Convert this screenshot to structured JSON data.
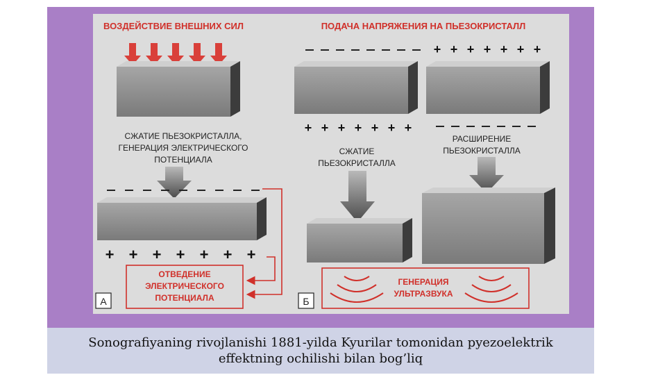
{
  "diagram": {
    "panel_a": {
      "top_label": "ВОЗДЕЙСТВИЕ ВНЕШНИХ СИЛ",
      "compression_label": [
        "СЖАТИЕ ПЬЕЗОКРИСТАЛЛА,",
        "ГЕНЕРАЦИЯ ЭЛЕКТРИЧЕСКОГО",
        "ПОТЕНЦИАЛА"
      ],
      "output_label": [
        "ОТВЕДЕНИЕ",
        "ЭЛЕКТРИЧЕСКОГО",
        "ПОТЕНЦИАЛА"
      ],
      "letter": "А"
    },
    "panel_b": {
      "top_label": "ПОДАЧА НАПРЯЖЕНИЯ НА ПЬЕЗОКРИСТАЛЛ",
      "compression_label": [
        "СЖАТИЕ",
        "ПЬЕЗОКРИСТАЛЛА"
      ],
      "expansion_label": [
        "РАСШИРЕНИЕ",
        "ПЬЕЗОКРИСТАЛЛА"
      ],
      "ultrasound_label": [
        "ГЕНЕРАЦИЯ",
        "УЛЬТРАЗВУКА"
      ],
      "letter": "Б"
    },
    "colors": {
      "red": "#d0302a",
      "crystal": "#8a8a8a",
      "crystal_dark": "#3c3c3c",
      "panel_bg": "#dcdcdc",
      "frame": "#a97fc6"
    }
  },
  "caption": "Sonografiyaning rivojlanishi  1881-yilda Kyurilar tomonidan pyezoelektrik effektning ochilishi bilan bog’liq"
}
